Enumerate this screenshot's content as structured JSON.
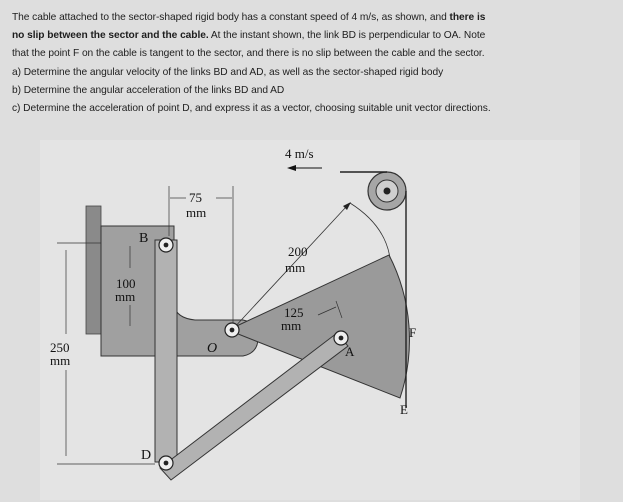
{
  "problem": {
    "lines": [
      {
        "pre": "The cable attached to the sector-shaped rigid body has a constant speed of 4 m/s, as shown, and ",
        "bold": "there is",
        "post": ""
      },
      {
        "pre": "",
        "bold": "no slip between the sector and the cable.",
        "post": " At the instant shown, the link BD is perpendicular to OA. Note"
      },
      {
        "pre": "that the point F on the cable is tangent to the sector, and there is no slip between the cable and the sector.",
        "bold": "",
        "post": ""
      },
      {
        "pre": "a) Determine the angular velocity of the links BD and AD, as well as the sector-shaped rigid body",
        "bold": "",
        "post": ""
      },
      {
        "pre": "b) Determine the angular acceleration of the links BD and AD",
        "bold": "",
        "post": ""
      },
      {
        "pre": "c) Determine the acceleration of point D, and express it as a vector, choosing suitable unit vector directions.",
        "bold": "",
        "post": ""
      }
    ]
  },
  "figure": {
    "speed_label": "4 m/s",
    "dim_75_value": "75",
    "dim_75_unit": "mm",
    "dim_200_value": "200",
    "dim_200_unit": "mm",
    "dim_100_value": "100",
    "dim_100_unit": "mm",
    "dim_125_value": "125",
    "dim_125_unit": "mm",
    "dim_250_value": "250",
    "dim_250_unit": "mm",
    "point_B": "B",
    "point_O": "O",
    "point_A": "A",
    "point_D": "D",
    "point_F": "F",
    "point_E": "E"
  }
}
